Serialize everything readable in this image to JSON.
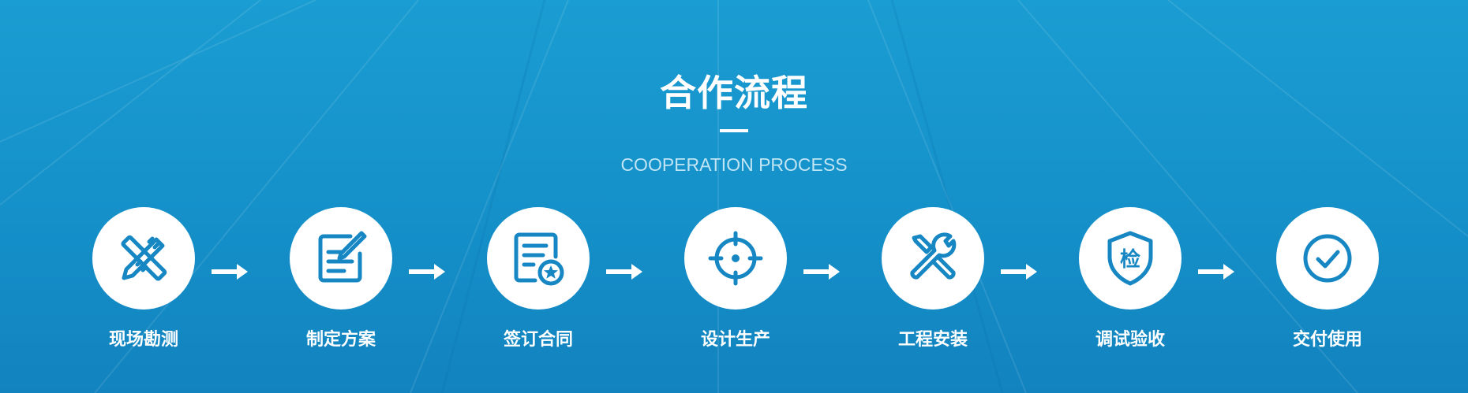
{
  "section": {
    "title": "合作流程",
    "subtitle": "COOPERATION PROCESS"
  },
  "colors": {
    "background": "#1590c9",
    "icon": "#1787c4",
    "text": "#ffffff",
    "subtitle": "#bfe4f4"
  },
  "steps": [
    {
      "label": "现场勘测",
      "icon": "ruler-pencil-icon"
    },
    {
      "label": "制定方案",
      "icon": "edit-document-icon"
    },
    {
      "label": "签订合同",
      "icon": "contract-star-icon"
    },
    {
      "label": "设计生产",
      "icon": "crosshair-target-icon"
    },
    {
      "label": "工程安装",
      "icon": "wrench-screwdriver-icon"
    },
    {
      "label": "调试验收",
      "icon": "shield-inspection-icon",
      "icon_text": "检"
    },
    {
      "label": "交付使用",
      "icon": "check-circle-icon"
    }
  ]
}
